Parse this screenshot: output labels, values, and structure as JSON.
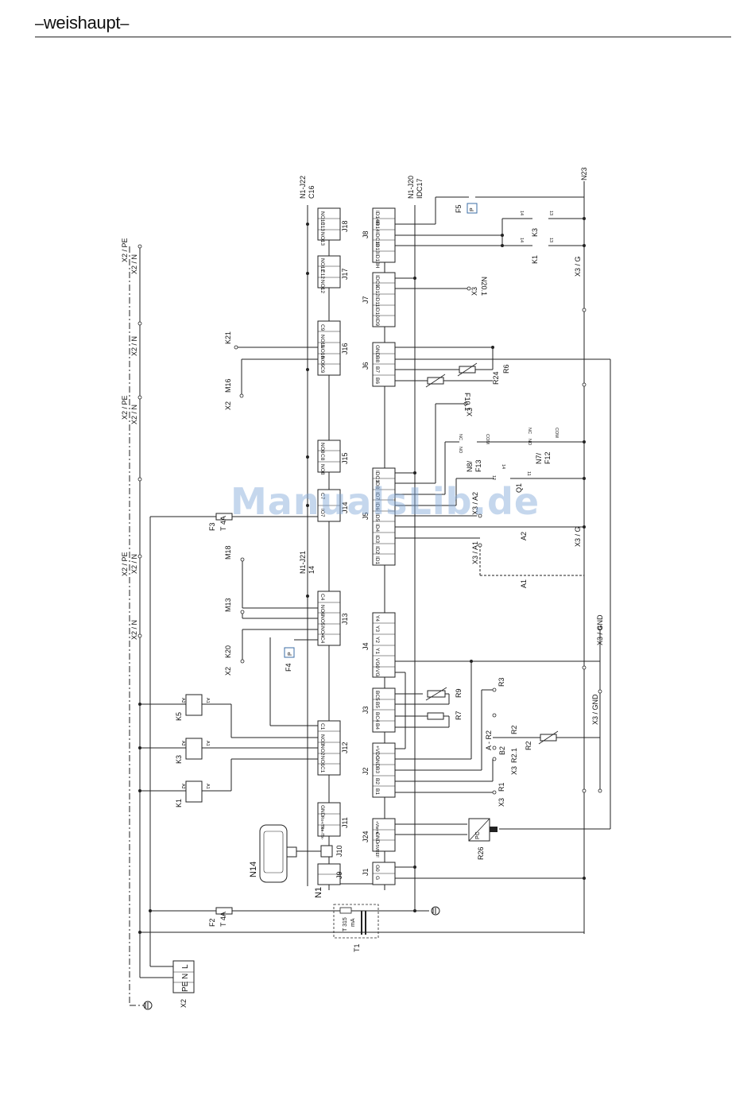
{
  "header": {
    "brand_dash_left": "–",
    "brand_name": "weishaupt",
    "brand_dash_right": "–"
  },
  "watermark": "ManualsLib.de",
  "diagram": {
    "n1_j22": "N1-J22",
    "c16": "C16",
    "n1_j20": "N1-J20",
    "idc17": "IDC17",
    "n1_j21": "N1-J21",
    "c14": "14",
    "n23": "N23",
    "x3g_top": "X3 / G",
    "x3g_mid": "X3 / G",
    "x3gnd_top": "X3 / GND",
    "x3gnd_bot": "X3 / GND",
    "n20": "N20.1",
    "x3_n20": "X3",
    "f10": "F10.1",
    "x3_f10": "X3",
    "x3_a1": "X3 / A1",
    "x3_a2": "X3 / A2",
    "a1": "A1",
    "a2": "A2",
    "q1": "Q1",
    "n7": "N7/",
    "f12": "F12",
    "n8": "N8/",
    "f13": "F13",
    "f5": "F5",
    "f4": "F4",
    "p_sym": "P",
    "k1": "K1",
    "k3": "K3",
    "k5": "K5",
    "k21": "K21",
    "m16": "M16",
    "x2_m16": "X2",
    "m18": "M18",
    "m13": "M13",
    "k20": "K20",
    "x2_k20": "X2",
    "f3": "F3",
    "f3_val": "T 4A",
    "f2": "F2",
    "f2_val": "T 4A",
    "t1": "T1",
    "t315": "T 315",
    "ma": "mA",
    "n14": "N14",
    "n1": "N1",
    "r3": "R3",
    "r9": "R9",
    "r7": "R7",
    "r24": "R24",
    "r6": "R6",
    "r2": "R2",
    "r2_2": "R2",
    "r2_1": "R2.1",
    "b2": "B2",
    "a_r2": "A - R2",
    "r1": "R1",
    "x3_r1": "X3",
    "x3_r2": "X3",
    "r26": "R26",
    "pc": "PC",
    "x2_bottom": "X2",
    "l": "L",
    "n": "N",
    "pe": "PE",
    "x2_pe_1": "X2 / PE",
    "x2_n_1": "X2 / N",
    "x2_n_2": "X2 / N",
    "x2_pe_3": "X2 / PE",
    "x2_n_3": "X2 / N",
    "x2_pe_4": "X2 / PE",
    "x2_n_4": "X2 / N",
    "x2_n_5": "X2 / N",
    "j18": "J18",
    "j17": "J17",
    "j16": "J16",
    "j15": "J15",
    "j14": "J14",
    "j13": "J13",
    "j12": "J12",
    "j11": "J11",
    "j10": "J10",
    "j9": "J9",
    "j8": "J8",
    "j7": "J7",
    "j6": "J6",
    "j5": "J5",
    "j4": "J4",
    "j3": "J3",
    "j2": "J2",
    "j24": "J24",
    "j1": "J1",
    "j18_pins": [
      "NO13",
      "C13",
      "NO13"
    ],
    "j17_pins": [
      "NO12",
      "C12",
      "NO12"
    ],
    "j16_pins": [
      "C9",
      "NO11",
      "NO10",
      "NO9",
      "C9"
    ],
    "j15_pins": [
      "NO8",
      "C8",
      "NO8"
    ],
    "j14_pins": [
      "C7",
      "IO7"
    ],
    "j13_pins": [
      "C4",
      "NO6",
      "NO5",
      "NO4",
      "C4"
    ],
    "j12_pins": [
      "C1",
      "NO3",
      "NO2",
      "NO1",
      "C1"
    ],
    "j11_pins": [
      "GND",
      "Rx+/Tx+",
      "Rx-/Tx-"
    ],
    "j8_pins": [
      "ID14H",
      "ID14",
      "IDC13",
      "ID13",
      "ID13H"
    ],
    "j7_pins": [
      "IDC9",
      "ID12",
      "ID11",
      "ID10",
      "ID9"
    ],
    "j6_pins": [
      "GND",
      "B8",
      "B7",
      "B6"
    ],
    "j5_pins": [
      "IDC1",
      "ID8",
      "ID7",
      "ID6",
      "ID5",
      "ID4",
      "ID3",
      "ID2",
      "ID1"
    ],
    "j4_pins": [
      "Y4",
      "Y3",
      "Y2",
      "Y1",
      "VG0",
      "VG"
    ],
    "j3_pins": [
      "BC5",
      "B5",
      "BC4",
      "B4"
    ],
    "j2_pins": [
      "+VDC",
      "GND",
      "B3",
      "B2",
      "B1"
    ],
    "j24_pins": [
      "+Vterm",
      "GND",
      "+5VREF"
    ],
    "j1_pins": [
      "G0",
      "G"
    ],
    "k_a1": "A1",
    "k_a2": "A2",
    "nc": "NC",
    "no": "NO",
    "com": "COM",
    "c13": "13",
    "c12": "12",
    "c11": "11"
  }
}
